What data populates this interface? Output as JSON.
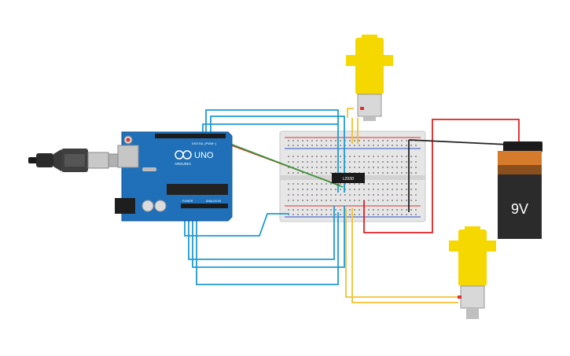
{
  "circuit": {
    "arduino": {
      "logo_text": "UNO",
      "brand_text": "ARDUINO",
      "digital_label": "DIGITAL (PWM~)",
      "power_label": "POWER",
      "analog_label": "ANALOG IN",
      "board_color": "#1f70b8"
    },
    "driver_ic": {
      "label": "L293D"
    },
    "battery": {
      "label": "9V"
    },
    "motors": [
      {
        "name": "motor-top",
        "body_color": "#f5d800"
      },
      {
        "name": "motor-bottom",
        "body_color": "#f5d800"
      }
    ],
    "wire_colors": {
      "signal": "#1f9bd1",
      "motor": "#f1c232",
      "power_positive": "#e02020",
      "power_negative": "#222222",
      "green": "#2a9d3a"
    }
  }
}
